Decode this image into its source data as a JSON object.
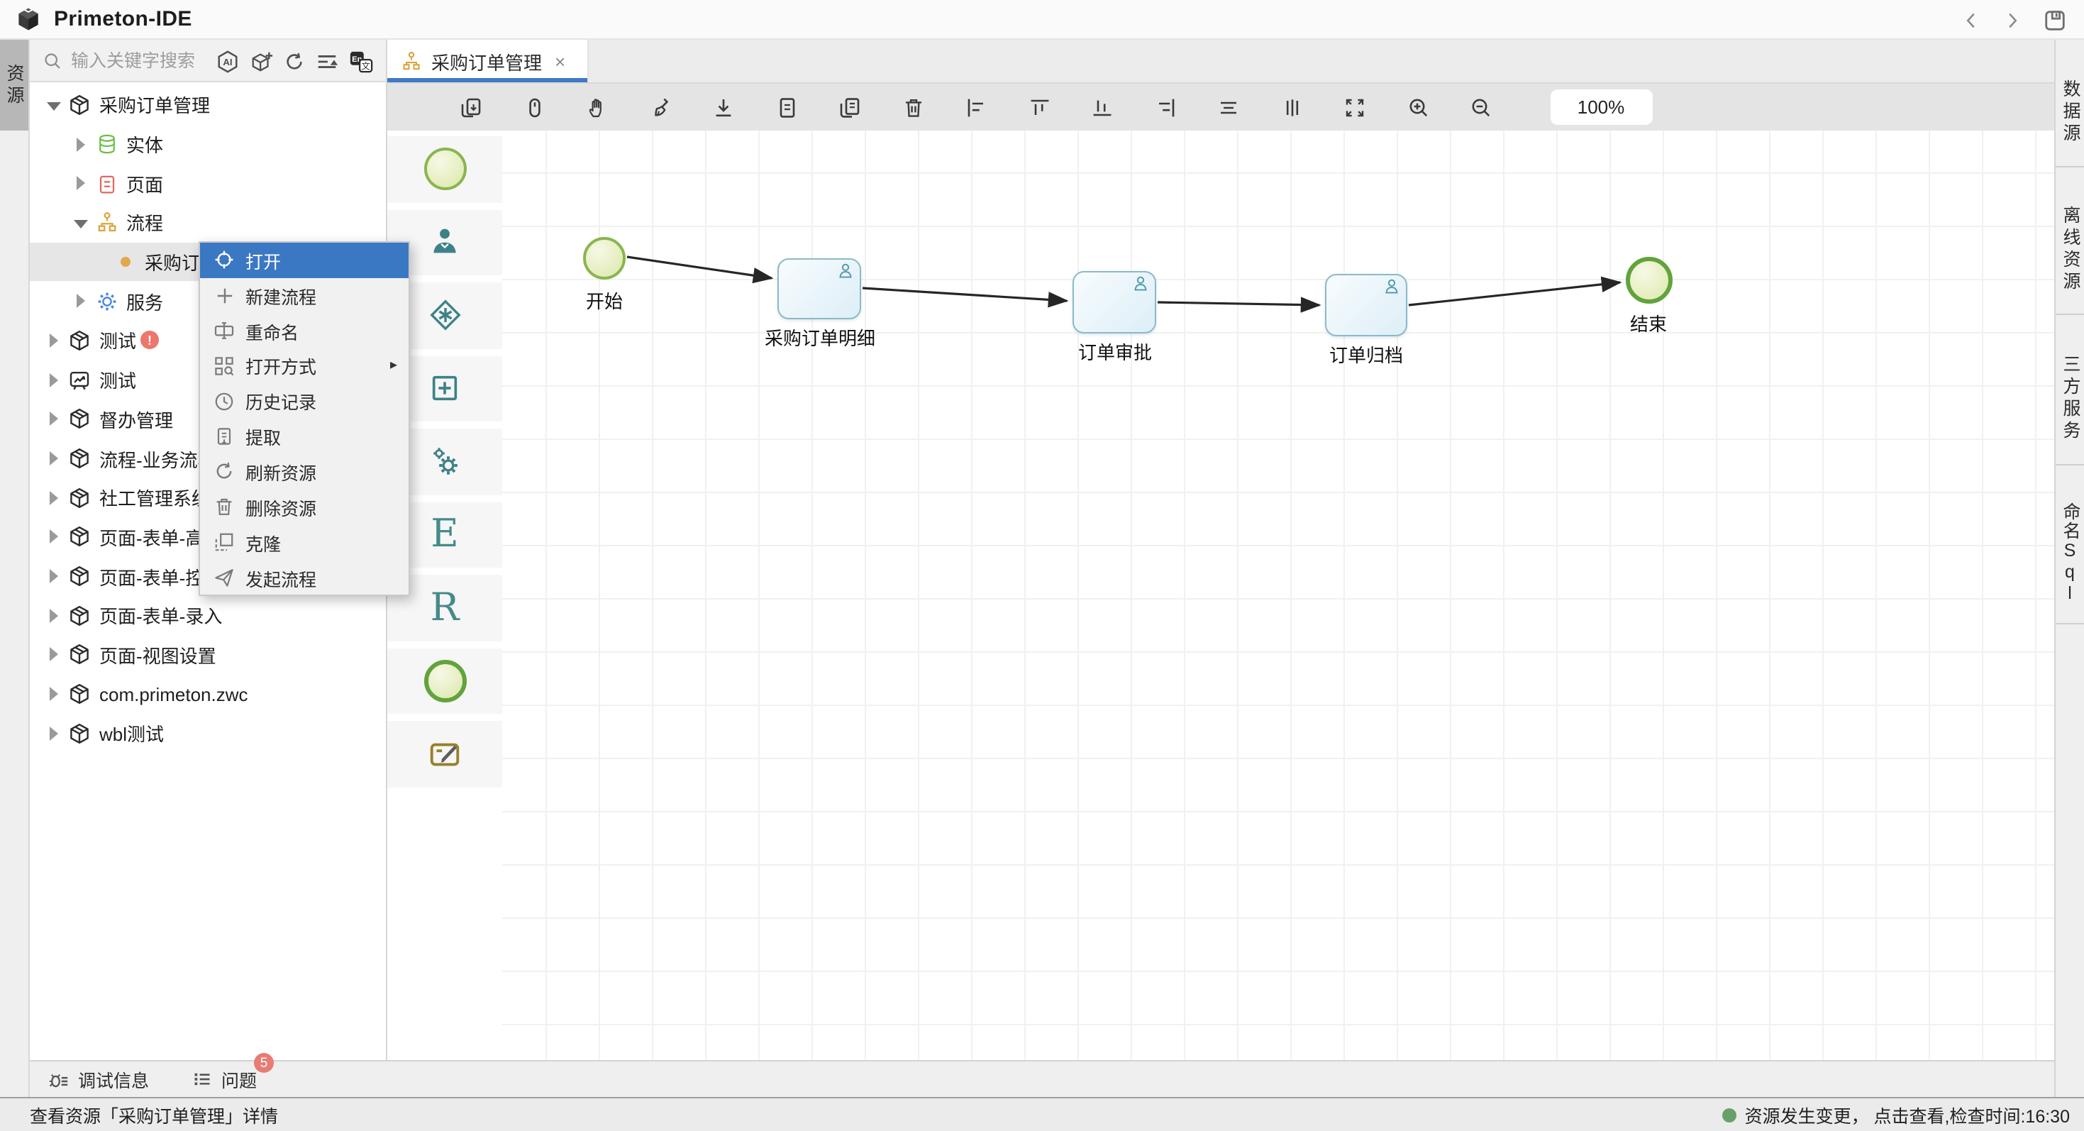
{
  "title_bar": {
    "app_title": "Primeton-IDE"
  },
  "window_controls": {
    "icons": [
      "back-chevron",
      "forward-chevron",
      "save"
    ]
  },
  "left_rail": {
    "active_tab": "资源"
  },
  "right_rail": {
    "tabs": [
      {
        "label": "数据源"
      },
      {
        "label": "离线资源"
      },
      {
        "label": "三方服务"
      },
      {
        "label": "命名Sql"
      }
    ]
  },
  "explorer": {
    "search": {
      "placeholder": "输入关键字搜索",
      "value": "",
      "icons": [
        "ai",
        "new-resource-cube",
        "refresh",
        "collapse-list",
        "translate"
      ]
    },
    "tree": [
      {
        "label": "采购订单管理",
        "level": 0,
        "state": "expanded",
        "icon": "package"
      },
      {
        "label": "实体",
        "level": 1,
        "state": "collapsed",
        "icon": "entity-db"
      },
      {
        "label": "页面",
        "level": 1,
        "state": "collapsed",
        "icon": "page"
      },
      {
        "label": "流程",
        "level": 1,
        "state": "expanded",
        "icon": "flow"
      },
      {
        "label": "采购订单管理",
        "level": 2,
        "state": "leaf",
        "icon": "dot",
        "selected": true
      },
      {
        "label": "服务",
        "level": 1,
        "state": "collapsed",
        "icon": "service-gear"
      },
      {
        "label": "测试",
        "level": 0,
        "state": "collapsed",
        "icon": "package",
        "badge": "!"
      },
      {
        "label": "测试",
        "level": 0,
        "state": "collapsed",
        "icon": "board"
      },
      {
        "label": "督办管理",
        "level": 0,
        "state": "collapsed",
        "icon": "package"
      },
      {
        "label": "流程-业务流程配",
        "level": 0,
        "state": "collapsed",
        "icon": "package"
      },
      {
        "label": "社工管理系统",
        "level": 0,
        "state": "collapsed",
        "icon": "package"
      },
      {
        "label": "页面-表单-高级",
        "level": 0,
        "state": "collapsed",
        "icon": "package"
      },
      {
        "label": "页面-表单-控件",
        "level": 0,
        "state": "collapsed",
        "icon": "package"
      },
      {
        "label": "页面-表单-录入",
        "level": 0,
        "state": "collapsed",
        "icon": "package"
      },
      {
        "label": "页面-视图设置",
        "level": 0,
        "state": "collapsed",
        "icon": "package"
      },
      {
        "label": "com.primeton.zwc",
        "level": 0,
        "state": "collapsed",
        "icon": "package"
      },
      {
        "label": "wbl测试",
        "level": 0,
        "state": "collapsed",
        "icon": "package"
      }
    ]
  },
  "context_menu": {
    "items": [
      {
        "label": "打开",
        "icon": "open-crosshair",
        "selected": true
      },
      {
        "label": "新建流程",
        "icon": "plus"
      },
      {
        "label": "重命名",
        "icon": "rename"
      },
      {
        "label": "打开方式",
        "icon": "open-with",
        "submenu_glyph": "▸"
      },
      {
        "label": "历史记录",
        "icon": "history-clock"
      },
      {
        "label": "提取",
        "icon": "extract-doc"
      },
      {
        "label": "刷新资源",
        "icon": "refresh"
      },
      {
        "label": "删除资源",
        "icon": "trash"
      },
      {
        "label": "克隆",
        "icon": "clone"
      },
      {
        "label": "发起流程",
        "icon": "paper-plane"
      }
    ]
  },
  "tabs": [
    {
      "label": "采购订单管理",
      "icon": "flow",
      "close_glyph": "×",
      "active": true
    }
  ],
  "canvas_toolbar": {
    "icons": [
      "copy",
      "mouse",
      "pan-hand",
      "clean-broom",
      "download",
      "document",
      "copy-document",
      "delete",
      "align-left",
      "align-top",
      "align-bottom",
      "align-right",
      "align-center",
      "distribute-vertical",
      "fit-screen",
      "zoom-in",
      "zoom-out"
    ],
    "zoom_level": "100%"
  },
  "palette": {
    "items": [
      "start-event",
      "user-task",
      "gateway",
      "subprocess",
      "service-task",
      "letter-E",
      "letter-R",
      "end-event",
      "annotation"
    ],
    "letter_e": "E",
    "letter_r": "R"
  },
  "diagram": {
    "nodes": [
      {
        "type": "start-event",
        "label": "开始"
      },
      {
        "type": "user-task",
        "label": "采购订单明细"
      },
      {
        "type": "user-task",
        "label": "订单审批"
      },
      {
        "type": "user-task",
        "label": "订单归档"
      },
      {
        "type": "end-event",
        "label": "结束"
      }
    ],
    "edges": [
      {
        "from": "开始",
        "to": "采购订单明细"
      },
      {
        "from": "采购订单明细",
        "to": "订单审批"
      },
      {
        "from": "订单审批",
        "to": "订单归档"
      },
      {
        "from": "订单归档",
        "to": "结束"
      }
    ]
  },
  "bottom_bar": {
    "items": [
      {
        "label": "调试信息",
        "icon": "debug"
      },
      {
        "label": "问题",
        "icon": "problem-list",
        "badge": "5"
      }
    ]
  },
  "status_bar": {
    "left": "查看资源「采购订单管理」详情",
    "right": "资源发生变更， 点击查看,检查时间:16:30",
    "status_color": "#68a06a"
  }
}
